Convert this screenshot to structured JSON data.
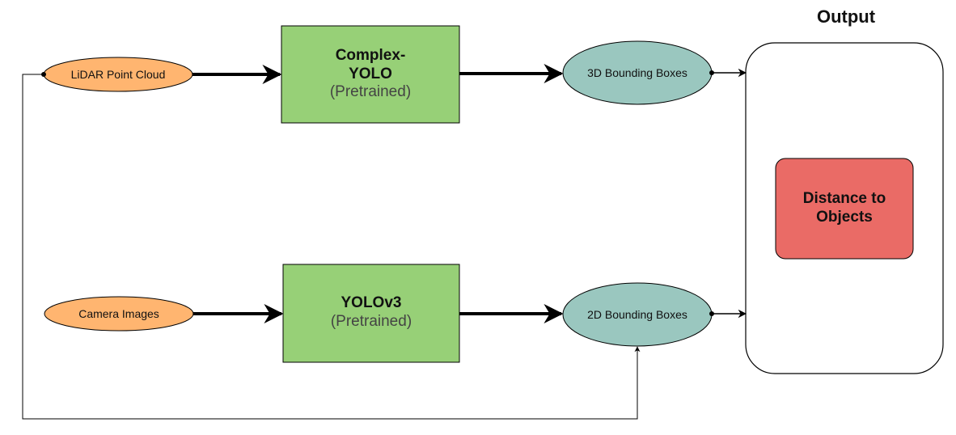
{
  "diagram": {
    "output_title": "Output",
    "inputs": {
      "lidar": "LiDAR Point Cloud",
      "camera": "Camera Images"
    },
    "models": {
      "complex_yolo": {
        "name_line1": "Complex-",
        "name_line2": "YOLO",
        "note": "(Pretrained)"
      },
      "yolov3": {
        "name": "YOLOv3",
        "note": "(Pretrained)"
      }
    },
    "results": {
      "boxes_3d": "3D Bounding Boxes",
      "boxes_2d": "2D Bounding Boxes"
    },
    "final": {
      "line1": "Distance to",
      "line2": "Objects"
    }
  },
  "colors": {
    "input_fill": "#FFB570",
    "model_fill": "#97D077",
    "result_fill": "#9AC7BF",
    "final_fill": "#EA6B66",
    "stroke": "#000000"
  }
}
